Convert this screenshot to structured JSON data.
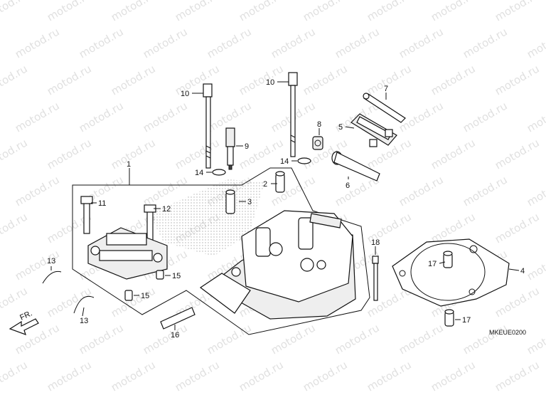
{
  "watermark": {
    "text": "motod.ru"
  },
  "diagram_code": "MKEUE0200",
  "direction": {
    "text": "FR."
  },
  "callouts": [
    {
      "id": "1"
    },
    {
      "id": "2"
    },
    {
      "id": "3"
    },
    {
      "id": "4"
    },
    {
      "id": "5"
    },
    {
      "id": "6"
    },
    {
      "id": "7"
    },
    {
      "id": "8"
    },
    {
      "id": "9"
    },
    {
      "id": "10"
    },
    {
      "id": "10"
    },
    {
      "id": "11"
    },
    {
      "id": "12"
    },
    {
      "id": "13"
    },
    {
      "id": "13"
    },
    {
      "id": "14"
    },
    {
      "id": "14"
    },
    {
      "id": "15"
    },
    {
      "id": "15"
    },
    {
      "id": "16"
    },
    {
      "id": "17"
    },
    {
      "id": "17"
    },
    {
      "id": "18"
    }
  ]
}
